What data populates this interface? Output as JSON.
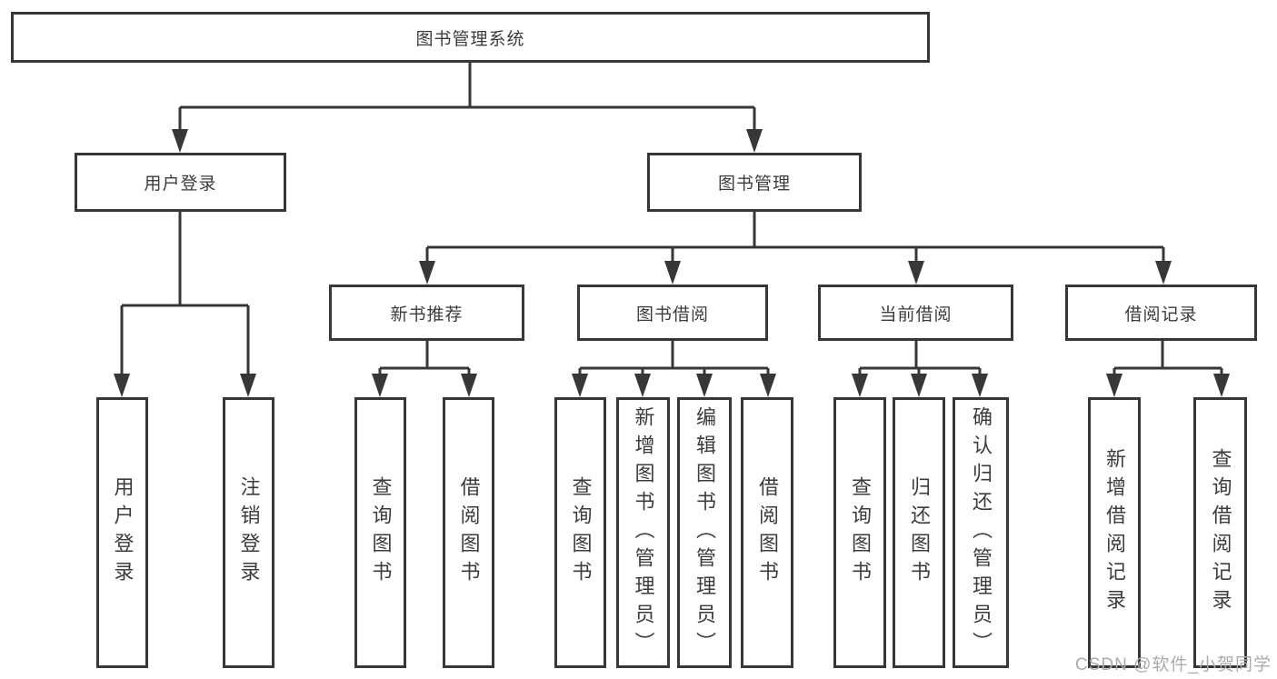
{
  "title": "图书管理系统",
  "branches": {
    "user_login": {
      "label": "用户登录",
      "children": [
        "用户登录",
        "注销登录"
      ]
    },
    "book_mgmt": {
      "label": "图书管理",
      "sections": [
        {
          "label": "新书推荐",
          "children": [
            "查询图书",
            "借阅图书"
          ]
        },
        {
          "label": "图书借阅",
          "children": [
            "查询图书",
            "新增图书（管理员）",
            "编辑图书（管理员）",
            "借阅图书"
          ]
        },
        {
          "label": "当前借阅",
          "children": [
            "查询图书",
            "归还图书",
            "确认归还（管理员）"
          ]
        },
        {
          "label": "借阅记录",
          "children": [
            "新增借阅记录",
            "查询借阅记录"
          ]
        }
      ]
    }
  },
  "watermark": "CSDN @软件_小贺同学",
  "colors": {
    "line": "#373737",
    "text": "#3c3c3c",
    "watermark": "#ababab",
    "background": "#ffffff"
  }
}
